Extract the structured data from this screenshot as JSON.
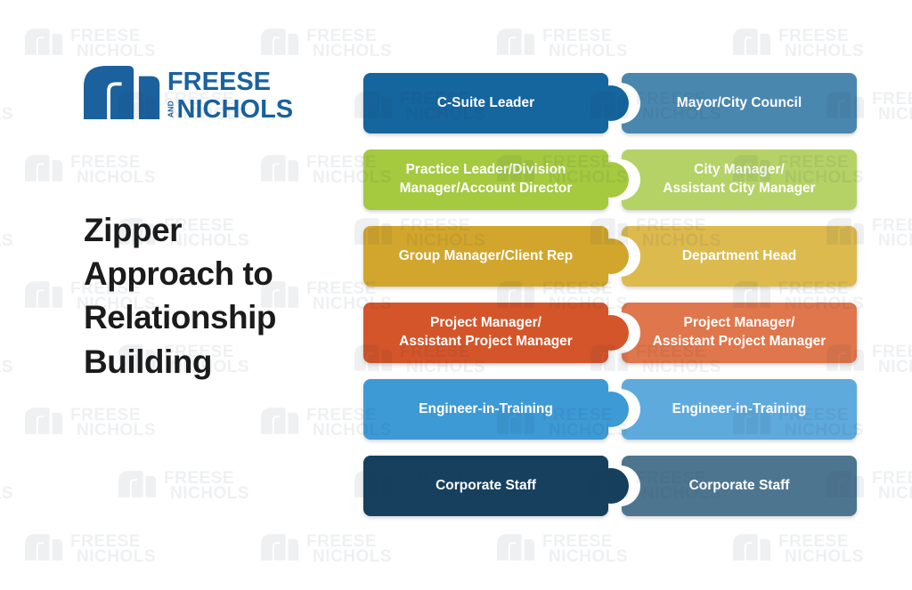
{
  "logo": {
    "line1": "FREESE",
    "and": "AND",
    "line2": "NICHOLS",
    "color": "#1a619e"
  },
  "title": {
    "text": "Zipper\nApproach to\nRelationship\nBuilding"
  },
  "watermark": {
    "line1": "FREESE",
    "line2": "NICHOLS"
  },
  "zipper": {
    "rows": [
      {
        "left": {
          "label": "C-Suite Leader",
          "color": "#15659e"
        },
        "right": {
          "label": "Mayor/City Council",
          "color": "#4a87ae"
        }
      },
      {
        "left": {
          "label": "Practice Leader/Division\nManager/Account Director",
          "color": "#a5c93f"
        },
        "right": {
          "label": "City Manager/\nAssistant City Manager",
          "color": "#b5d266"
        }
      },
      {
        "left": {
          "label": "Group Manager/Client Rep",
          "color": "#d2a62c"
        },
        "right": {
          "label": "Department Head",
          "color": "#dcba4e"
        }
      },
      {
        "left": {
          "label": "Project Manager/\nAssistant Project Manager",
          "color": "#d4552a"
        },
        "right": {
          "label": "Project Manager/\nAssistant Project Manager",
          "color": "#e0764b"
        }
      },
      {
        "left": {
          "label": "Engineer-in-Training",
          "color": "#3d9ad5"
        },
        "right": {
          "label": "Engineer-in-Training",
          "color": "#5faadc"
        }
      },
      {
        "left": {
          "label": "Corporate Staff",
          "color": "#16405e"
        },
        "right": {
          "label": "Corporate Staff",
          "color": "#4e7590"
        }
      }
    ]
  }
}
